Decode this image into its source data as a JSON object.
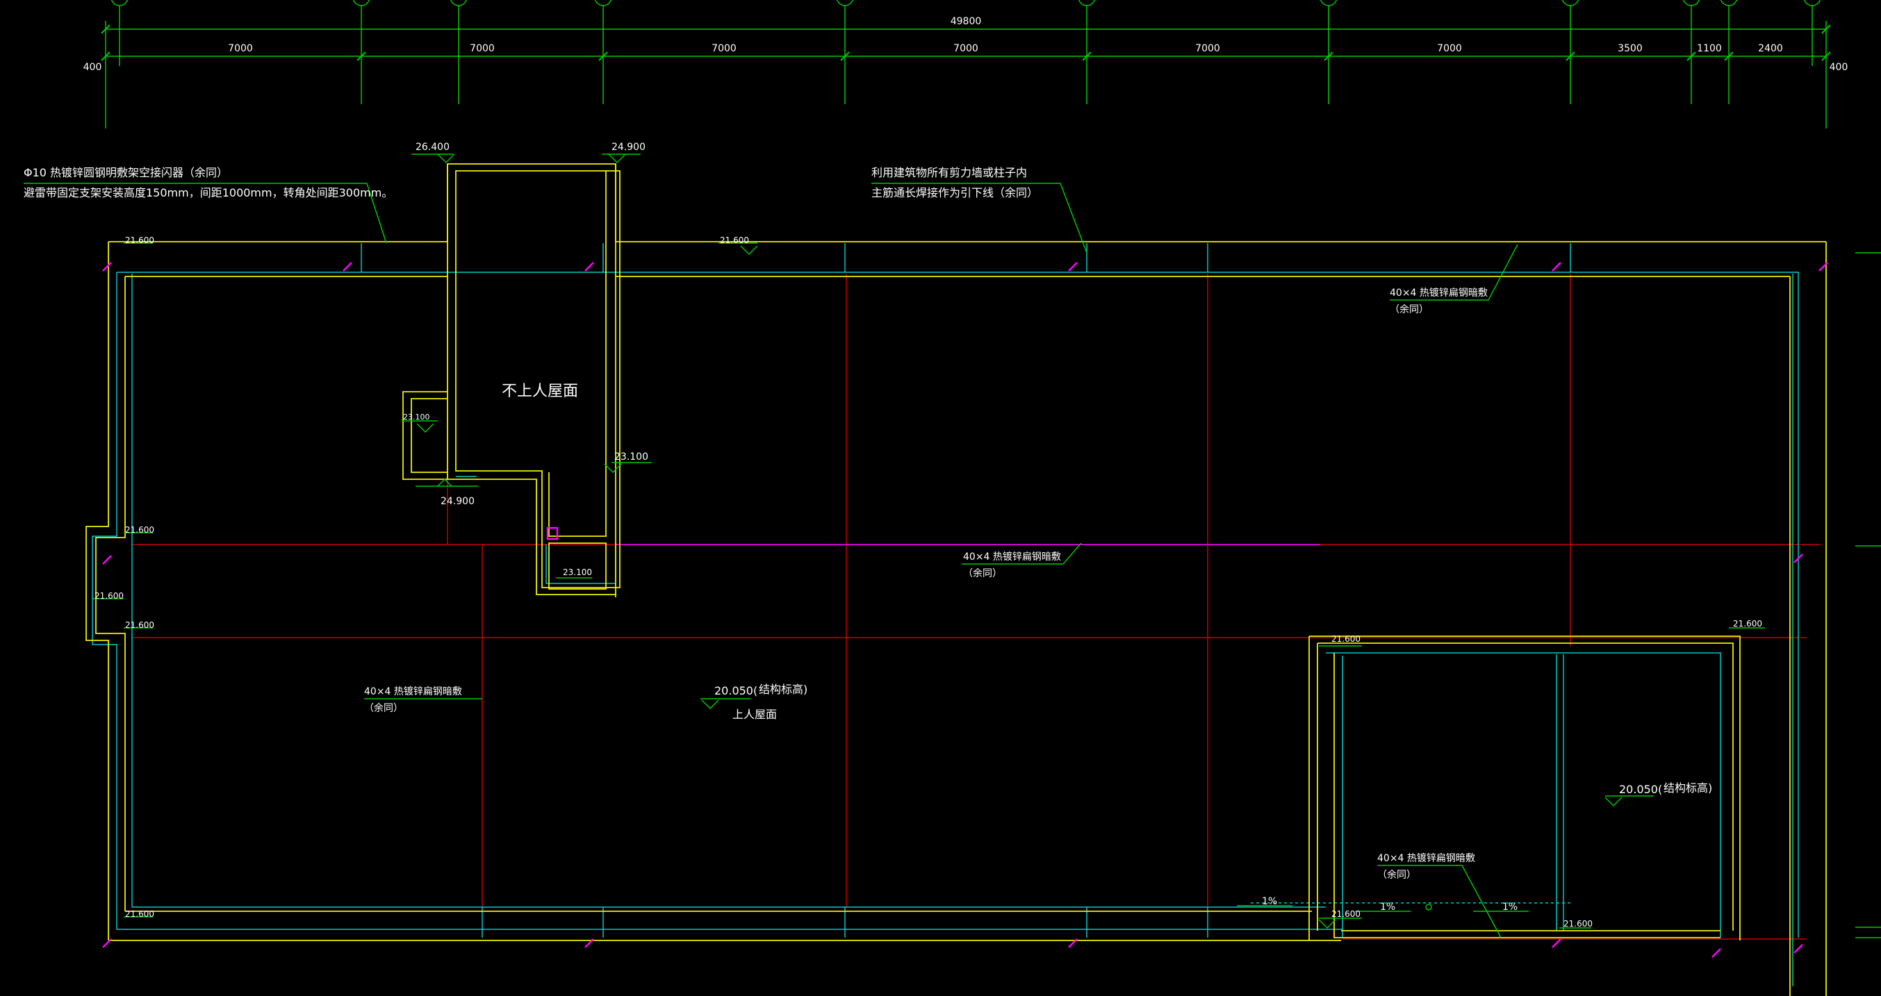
{
  "dimensions": {
    "overall": "49800",
    "spans": [
      "7000",
      "7000",
      "7000",
      "7000",
      "7000",
      "7000",
      "3500",
      "1100",
      "2400"
    ],
    "left_edge": "400",
    "right_edge": "400"
  },
  "elevations": {
    "tower_left_top": "26.400",
    "tower_right_top": "24.900",
    "tower_notch": "23.100",
    "tower_bottom_label": "24.900",
    "tower_right_mid": "23.100",
    "tower_bottom_box": "23.100",
    "parapet_top_left": "21.600",
    "parapet_top_mid": "21.600",
    "parapet_left_mid": "21.600",
    "parapet_left_bump": "21.600",
    "parapet_left_low": "21.600",
    "parapet_bottom_left": "21.600",
    "parapet_right_inner": "21.600",
    "parapet_right_outer": "21.600",
    "parapet_bottom_mid": "21.600",
    "parapet_bottom_right": "21.600",
    "roof_main": "20.050(",
    "roof_right": "20.050("
  },
  "labels": {
    "struct_elev_1": "结构标高)",
    "struct_elev_2": "结构标高)",
    "roof_accessible": "上人屋面",
    "roof_non_accessible": "不上人屋面"
  },
  "notes": {
    "air_terminal_line1": "Φ10 热镀锌圆钢明敷架空接闪器（余同）",
    "air_terminal_line2": "避雷带固定支架安装高度150mm，间距1000mm，转角处间距300mm。",
    "downlead_line1": "利用建筑物所有剪力墙或柱子内",
    "downlead_line2": "主筋通长焊接作为引下线（余同）",
    "flat_steel_1": "40×4 热镀锌扁钢暗敷",
    "flat_steel_1b": "（余同）",
    "flat_steel_2": "40×4 热镀锌扁钢暗敷",
    "flat_steel_2b": "（余同）",
    "flat_steel_3": "40×4 热镀锌扁钢暗敷",
    "flat_steel_3b": "（余同）",
    "flat_steel_4": "40×4 热镀锌扁钢暗敷",
    "flat_steel_4b": "（余同）"
  },
  "slopes": [
    "1%",
    "1%",
    "1%"
  ],
  "colors": {
    "background": "#000000",
    "grid_green": "#00c800",
    "parapet_yellow": "#f0f000",
    "wall_cyan": "#00c8c8",
    "mesh_red": "#c80000",
    "downlead_magenta": "#ff00ff",
    "text_white": "#ffffff"
  }
}
